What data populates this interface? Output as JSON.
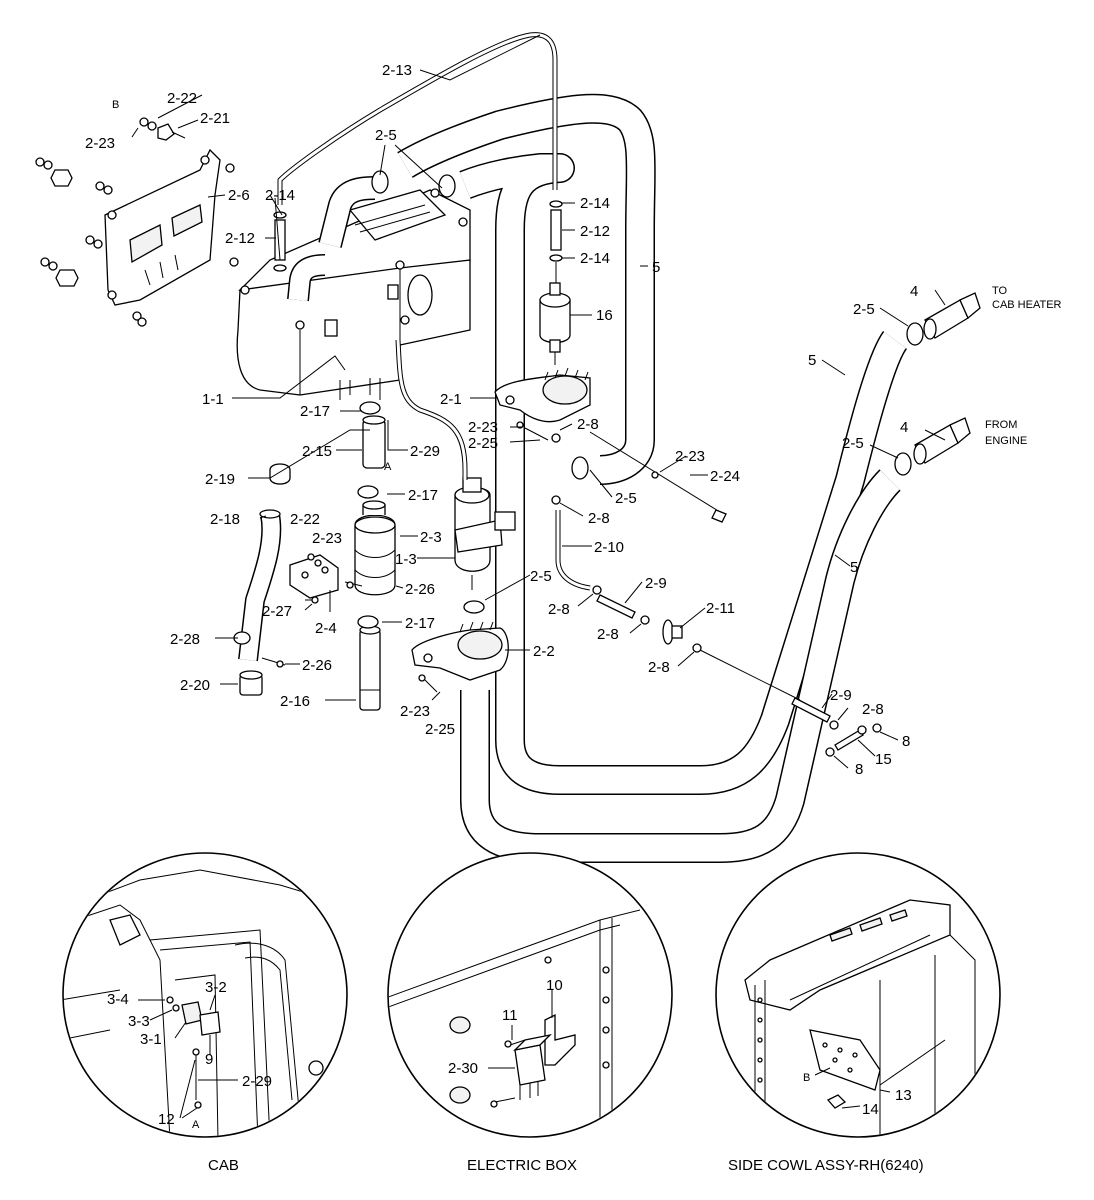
{
  "labels": {
    "l_2_13": "2-13",
    "l_2_22a": "2-22",
    "l_B_top": "B",
    "l_2_21": "2-21",
    "l_2_23a": "2-23",
    "l_2_5a": "2-5",
    "l_2_6": "2-6",
    "l_2_14a": "2-14",
    "l_2_12a": "2-12",
    "l_2_14b": "2-14",
    "l_2_12b": "2-12",
    "l_2_14c": "2-14",
    "l_5a": "5",
    "l_16": "16",
    "l_4a": "4",
    "l_to_cab_1": "TO",
    "l_to_cab_2": "CAB HEATER",
    "l_2_5b": "2-5",
    "l_5b": "5",
    "l_1_1": "1-1",
    "l_2_1": "2-1",
    "l_2_17a": "2-17",
    "l_2_23b": "2-23",
    "l_2_8a": "2-8",
    "l_2_25a": "2-25",
    "l_4b": "4",
    "l_from_1": "FROM",
    "l_from_2": "ENGINE",
    "l_2_5c": "2-5",
    "l_2_15": "2-15",
    "l_2_29a": "2-29",
    "l_A_a": "A",
    "l_2_23c": "2-23",
    "l_2_24": "2-24",
    "l_2_19": "2-19",
    "l_2_17b": "2-17",
    "l_2_5d": "2-5",
    "l_2_18": "2-18",
    "l_2_22b": "2-22",
    "l_2_8b": "2-8",
    "l_2_23d": "2-23",
    "l_2_3": "2-3",
    "l_2_10": "2-10",
    "l_5c": "5",
    "l_1_3": "1-3",
    "l_2_26a": "2-26",
    "l_2_5e": "2-5",
    "l_2_27": "2-27",
    "l_2_9a": "2-9",
    "l_2_8c": "2-8",
    "l_2_4": "2-4",
    "l_2_17c": "2-17",
    "l_2_11": "2-11",
    "l_2_8d": "2-8",
    "l_2_28": "2-28",
    "l_2_2": "2-2",
    "l_2_8e": "2-8",
    "l_2_26b": "2-26",
    "l_2_20": "2-20",
    "l_2_16": "2-16",
    "l_2_23e": "2-23",
    "l_2_25b": "2-25",
    "l_2_9b": "2-9",
    "l_2_8f": "2-8",
    "l_8a": "8",
    "l_15": "15",
    "l_8b": "8"
  },
  "detail_cab": {
    "caption": "CAB",
    "l_3_2": "3-2",
    "l_3_4": "3-4",
    "l_3_3": "3-3",
    "l_3_1": "3-1",
    "l_9": "9",
    "l_2_29": "2-29",
    "l_12": "12",
    "l_A": "A"
  },
  "detail_electric": {
    "caption": "ELECTRIC BOX",
    "l_10": "10",
    "l_11": "11",
    "l_2_30": "2-30"
  },
  "detail_cowl": {
    "caption": "SIDE COWL ASSY-RH(6240)",
    "l_B": "B",
    "l_13": "13",
    "l_14": "14"
  }
}
